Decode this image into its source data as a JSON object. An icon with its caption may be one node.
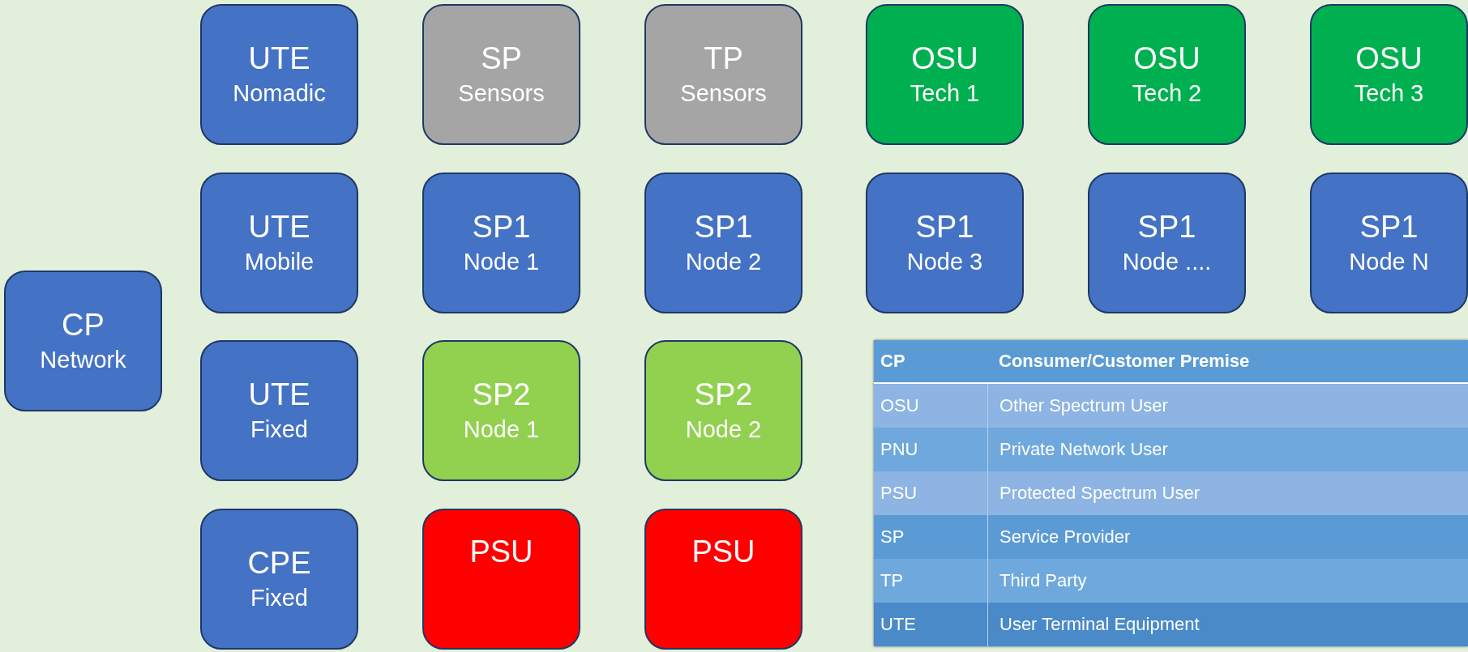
{
  "diagram": {
    "nodes": [
      {
        "text": [
          "CP",
          "Network"
        ]
      },
      {
        "text": [
          "UTE",
          "Nomadic"
        ]
      },
      {
        "text": [
          "SP",
          "Sensors"
        ]
      },
      {
        "text": [
          "TP",
          "Sensors"
        ]
      },
      {
        "text": [
          "OSU",
          "Tech 1"
        ]
      },
      {
        "text": [
          "OSU",
          "Tech 2"
        ]
      },
      {
        "text": [
          "OSU",
          "Tech 3"
        ]
      },
      {
        "text": [
          "UTE",
          "Mobile"
        ]
      },
      {
        "text": [
          "SP1",
          "Node 1"
        ]
      },
      {
        "text": [
          "SP1",
          "Node 2"
        ]
      },
      {
        "text": [
          "SP1",
          "Node 3"
        ]
      },
      {
        "text": [
          "SP1",
          "Node ...."
        ]
      },
      {
        "text": [
          "SP1",
          "Node N"
        ]
      },
      {
        "text": [
          "UTE",
          "Fixed"
        ]
      },
      {
        "text": [
          "SP2",
          "Node 1"
        ]
      },
      {
        "text": [
          "SP2",
          "Node 2"
        ]
      },
      {
        "text": [
          "CPE",
          "Fixed"
        ]
      },
      {
        "text": [
          "PSU"
        ]
      },
      {
        "text": [
          "PSU"
        ]
      }
    ],
    "edges": [],
    "labels": [
      "CP",
      "Consumer/Customer Premise",
      "OSU",
      "Other Spectrum User",
      "PNU",
      "Private Network User",
      "PSU",
      "Protected Spectrum User",
      "SP",
      "Service Provider",
      "TP",
      "Third Party",
      "UTE",
      "User Terminal Equipment"
    ]
  }
}
